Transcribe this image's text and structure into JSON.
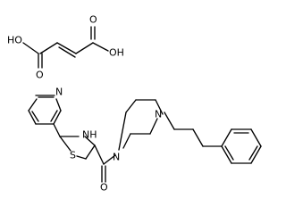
{
  "structure": {
    "fumaric_acid": {
      "hydroxyl_left": "HO",
      "hydroxyl_right": "OH",
      "carbonyl_left": "O",
      "carbonyl_right": "O"
    },
    "pyridine": {
      "nitrogen": "N"
    },
    "thiazolidine": {
      "sulfur": "S",
      "nitrogen": "NH"
    },
    "amide": {
      "oxygen": "O"
    },
    "piperazine": {
      "nitrogen_amide": "N",
      "nitrogen_alkyl": "N"
    }
  }
}
